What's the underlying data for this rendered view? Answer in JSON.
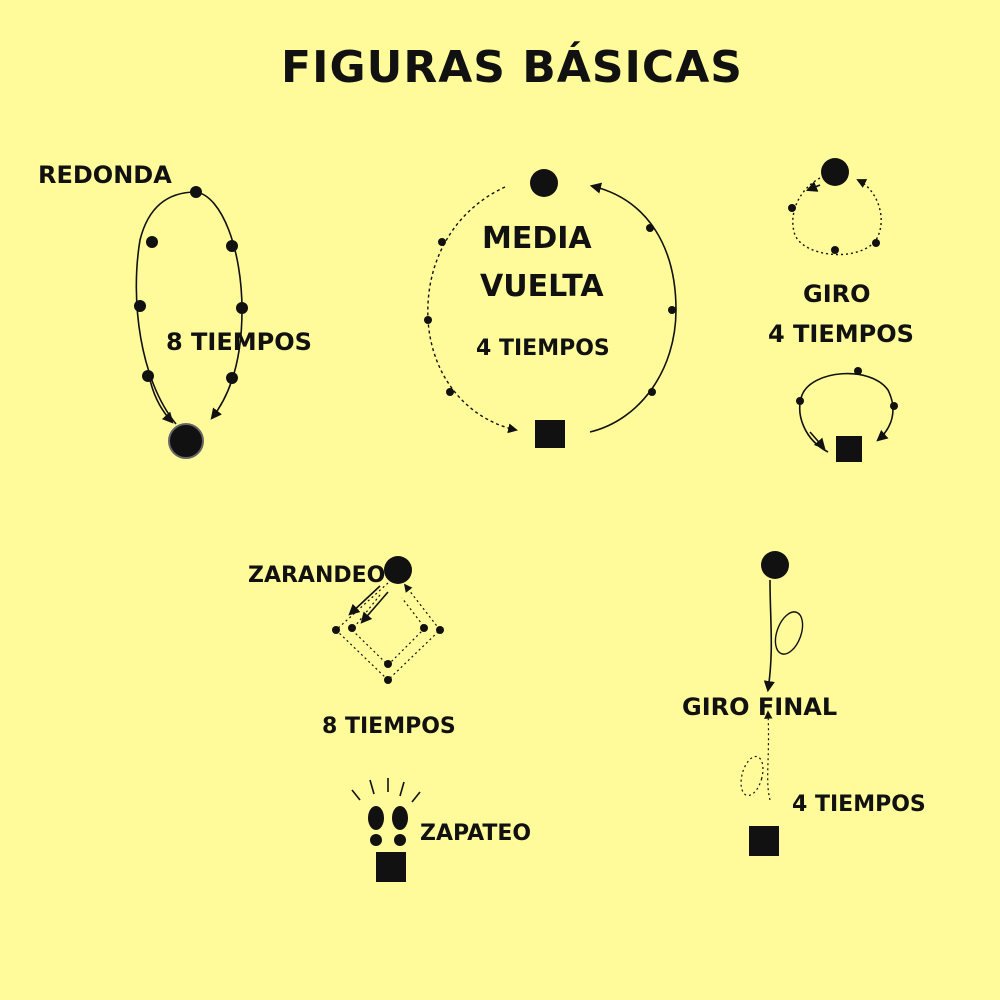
{
  "title": "FIGURAS BÁSICAS",
  "colors": {
    "background": "#FFFB9B",
    "ink": "#111111"
  },
  "figures": {
    "redonda": {
      "name": "REDONDA",
      "tiempos": "8 TIEMPOS"
    },
    "media_vuelta": {
      "name_line1": "MEDIA",
      "name_line2": "VUELTA",
      "tiempos": "4 TIEMPOS"
    },
    "giro": {
      "name": "GIRO",
      "tiempos": "4 TIEMPOS"
    },
    "zarandeo": {
      "name": "ZARANDEO",
      "tiempos": "8 TIEMPOS"
    },
    "zapateo": {
      "name": "ZAPATEO"
    },
    "giro_final": {
      "name": "GIRO FINAL",
      "tiempos": "4 TIEMPOS"
    }
  },
  "legend_icons": [
    "circle-dancer-icon",
    "square-dancer-icon",
    "footprints-icon"
  ]
}
